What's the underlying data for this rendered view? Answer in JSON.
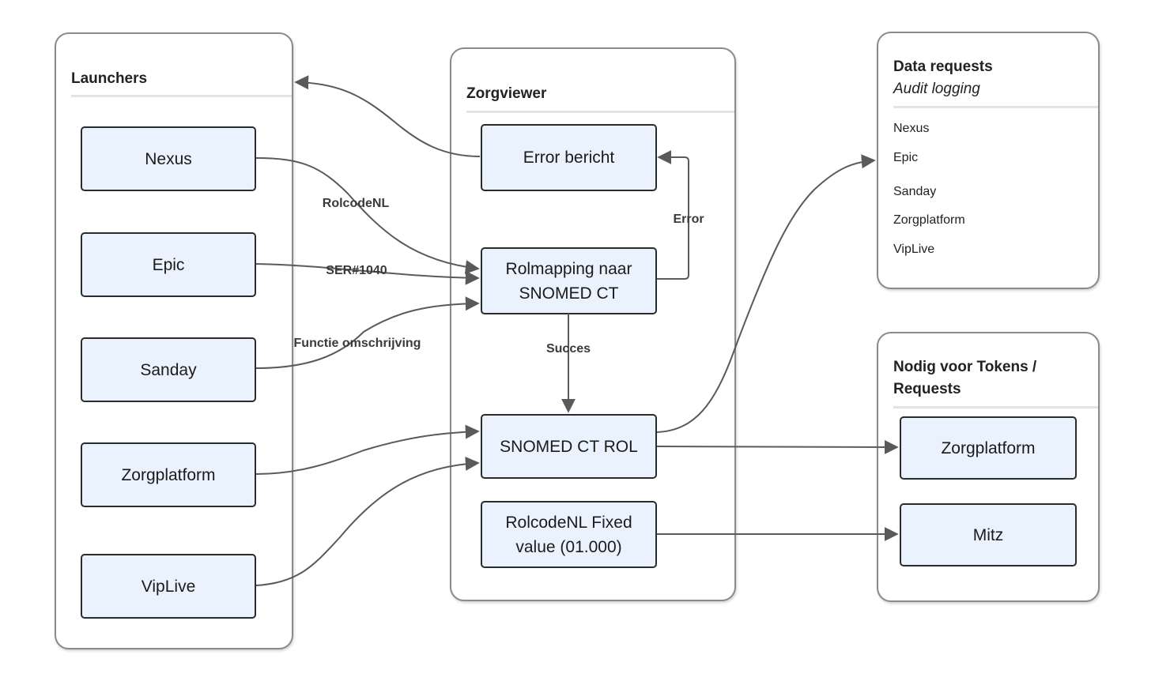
{
  "launchers": {
    "title": "Launchers",
    "items": [
      "Nexus",
      "Epic",
      "Sanday",
      "Zorgplatform",
      "VipLive"
    ]
  },
  "zorgviewer": {
    "title": "Zorgviewer",
    "error_message": "Error bericht",
    "rolmapping_line1": "Rolmapping naar",
    "rolmapping_line2": "SNOMED CT",
    "snomed_rol": "SNOMED CT ROL",
    "rolcode_fixed_line1": "RolcodeNL Fixed",
    "rolcode_fixed_line2": "value (01.000)"
  },
  "data_requests": {
    "title": "Data requests",
    "subtitle": "Audit logging",
    "items": [
      "Nexus",
      "Epic",
      "Sanday",
      "Zorgplatform",
      "VipLive"
    ]
  },
  "tokens": {
    "title_line1": "Nodig voor Tokens /",
    "title_line2": "Requests",
    "items": [
      "Zorgplatform",
      "Mitz"
    ]
  },
  "edge_labels": {
    "nexus": "RolcodeNL",
    "epic": "SER#1040",
    "sanday": "Functie omschrijving",
    "error": "Error",
    "success": "Succes"
  },
  "colors": {
    "node_fill": "#eaf2fd",
    "node_border": "#2b2b2b",
    "container_border": "#8a8a8a",
    "edge": "#5a5a5a"
  }
}
